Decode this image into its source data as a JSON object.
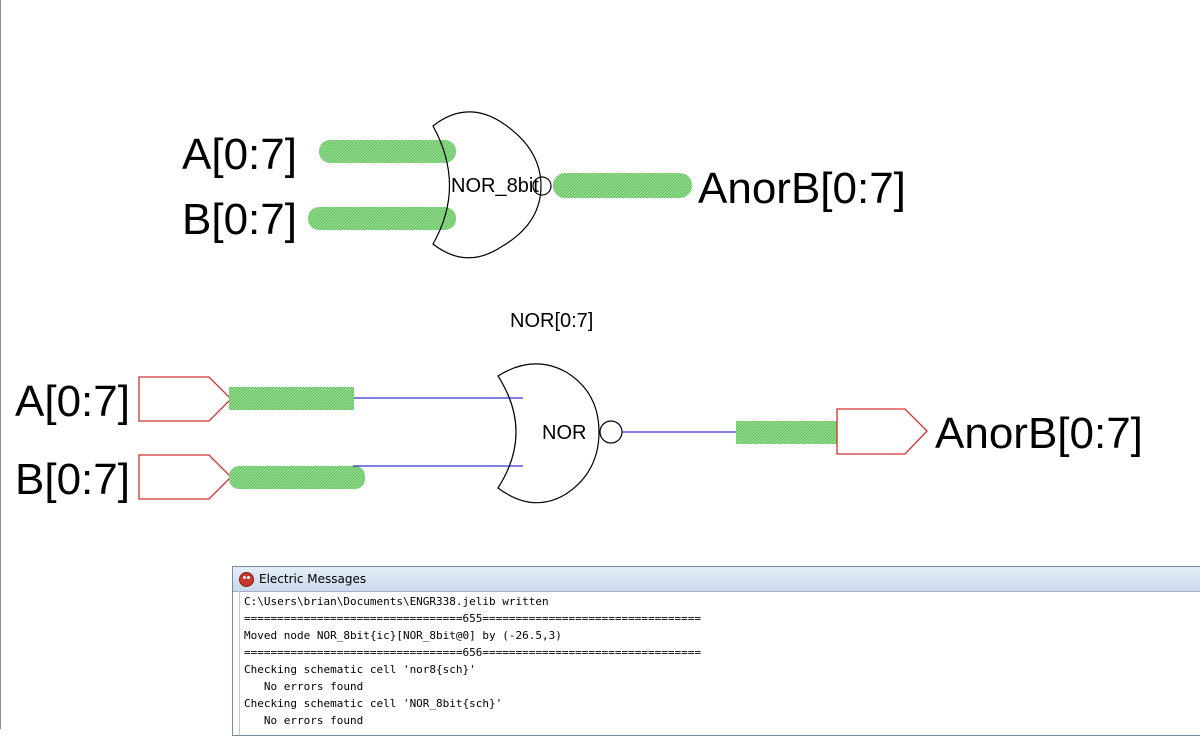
{
  "icon_view": {
    "input_a": "A[0:7]",
    "input_b": "B[0:7]",
    "gate_name": "NOR_8bit",
    "output": "AnorB[0:7]"
  },
  "schematic_view": {
    "instance_label": "NOR[0:7]",
    "input_a": "A[0:7]",
    "input_b": "B[0:7]",
    "gate_name": "NOR",
    "output": "AnorB[0:7]"
  },
  "colors": {
    "bus": "#8ede8a",
    "wire": "#0000c8",
    "export": "#d43030"
  },
  "messages_window": {
    "title": "Electric Messages",
    "lines": [
      "C:\\Users\\brian\\Documents\\ENGR338.jelib written",
      "=================================655=================================",
      "Moved node NOR_8bit{ic}[NOR_8bit@0] by (-26.5,3)",
      "=================================656=================================",
      "Checking schematic cell 'nor8{sch}'",
      "   No errors found",
      "Checking schematic cell 'NOR_8bit{sch}'",
      "   No errors found"
    ]
  }
}
